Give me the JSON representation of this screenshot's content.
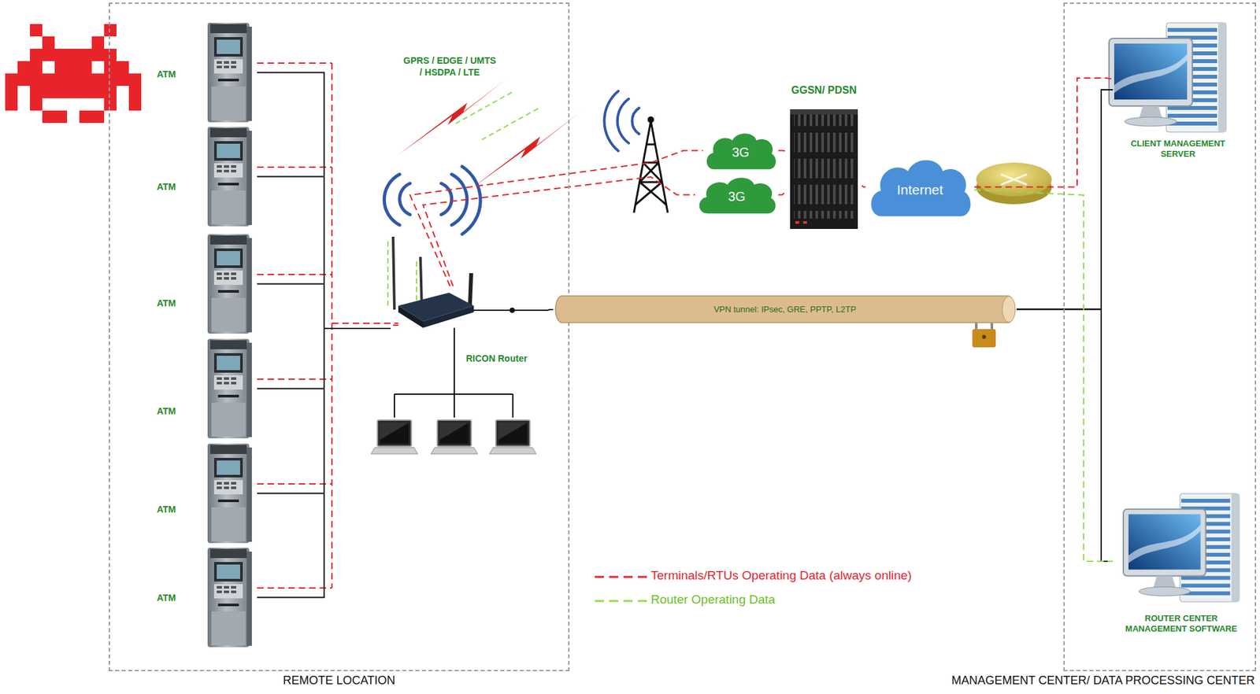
{
  "diagram": {
    "nodes": [
      {
        "text": [
          "REMOTE LOCATION"
        ]
      },
      {
        "text": [
          "ATM"
        ],
        "in": 0
      },
      {
        "text": [
          "ATM"
        ],
        "in": 0
      },
      {
        "text": [
          "ATM"
        ],
        "in": 0
      },
      {
        "text": [
          "ATM"
        ],
        "in": 0
      },
      {
        "text": [
          "ATM"
        ],
        "in": 0
      },
      {
        "text": [
          "ATM"
        ],
        "in": 0
      },
      {
        "text": [
          "RICON Router"
        ],
        "in": 0
      },
      {
        "text": [
          "MANAGEMENT CENTER/ DATA PROCESSING CENTER"
        ]
      },
      {
        "text": [
          "CLIENT MANAGEMENT SERVER"
        ],
        "in": 8
      },
      {
        "text": [
          "ROUTER CENTER MANAGEMENT SOFTWARE"
        ],
        "in": 8
      },
      {
        "text": [
          "3G"
        ]
      },
      {
        "text": [
          "3G"
        ]
      },
      {
        "text": [
          "GGSN/ PDSN"
        ]
      },
      {
        "text": [
          "Internet"
        ]
      },
      {
        "text": [
          "VPN tunnel: IPsec, GRE, PPTP, L2TP"
        ]
      }
    ],
    "edges": [
      {
        "from": 1,
        "to": 7,
        "arrow": "none"
      },
      {
        "from": 2,
        "to": 7,
        "arrow": "none"
      },
      {
        "from": 3,
        "to": 7,
        "arrow": "none"
      },
      {
        "from": 4,
        "to": 7,
        "arrow": "none"
      },
      {
        "from": 5,
        "to": 7,
        "arrow": "none"
      },
      {
        "from": 6,
        "to": 7,
        "arrow": "none"
      },
      {
        "from": 7,
        "to": 15,
        "arrow": "none"
      },
      {
        "from": 15,
        "to": 9,
        "arrow": "none"
      },
      {
        "from": 15,
        "to": 10,
        "arrow": "none"
      },
      {
        "from": 7,
        "to": 11,
        "arrow": "none"
      },
      {
        "from": 7,
        "to": 12,
        "arrow": "none"
      },
      {
        "from": 11,
        "to": 13,
        "arrow": "none"
      },
      {
        "from": 12,
        "to": 13,
        "arrow": "none"
      },
      {
        "from": 13,
        "to": 14,
        "arrow": "none"
      },
      {
        "from": 14,
        "to": 9,
        "arrow": "none"
      },
      {
        "from": 14,
        "to": 10,
        "arrow": "none"
      }
    ],
    "labels": [
      "GPRS / EDGE / UMTS / HSDPA / LTE"
    ],
    "legend": [
      {
        "text": "Terminals/RTUs Operating Data (always online)"
      },
      {
        "text": "Router Operating Data"
      }
    ]
  }
}
